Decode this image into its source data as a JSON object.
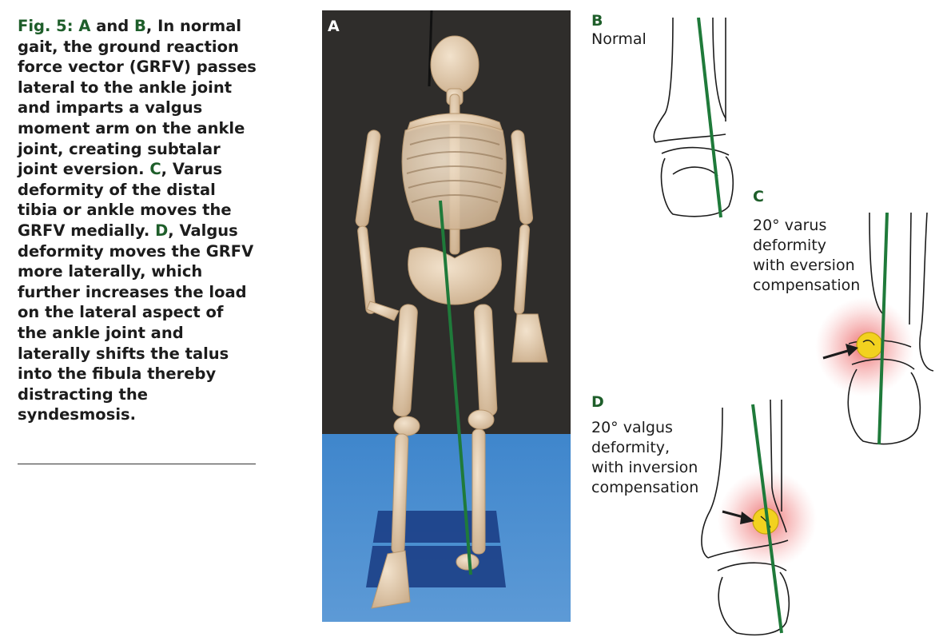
{
  "caption": {
    "fig_label": "Fig. 5:",
    "a": "A",
    "t1": " and ",
    "b": "B",
    "t2": ", In normal gait, the ground reaction force vector (GRFV) passes lateral to the ankle joint and imparts a valgus moment arm on the ankle joint, creating subtalar joint eversion. ",
    "c": "C",
    "t3": ", Varus deformity of the distal tibia or ankle moves the GRFV medially. ",
    "d": "D",
    "t4": ", Valgus deformity moves the GRFV more laterally, which further increases the load on the lateral aspect of the ankle joint and laterally shifts the talus into the fibula thereby distracting the syndesmosis."
  },
  "panels": {
    "a": {
      "letter": "A"
    },
    "b": {
      "letter": "B",
      "line1": "Normal"
    },
    "c": {
      "letter": "C",
      "line1": "20° varus",
      "line2": "deformity",
      "line3": "with eversion",
      "line4": "compensation"
    },
    "d": {
      "letter": "D",
      "line1": "20° valgus",
      "line2": "deformity,",
      "line3": "with inversion",
      "line4": "compensation"
    }
  },
  "colors": {
    "accent_green": "#1e5e2a",
    "grfv_line": "#1f7a3a",
    "backdrop": "#2f2d2b",
    "floor": "#4a8fd0",
    "bone": "#e4cdb0",
    "highlight_red": "#e8484a",
    "highlight_yellow": "#f2d21f"
  }
}
